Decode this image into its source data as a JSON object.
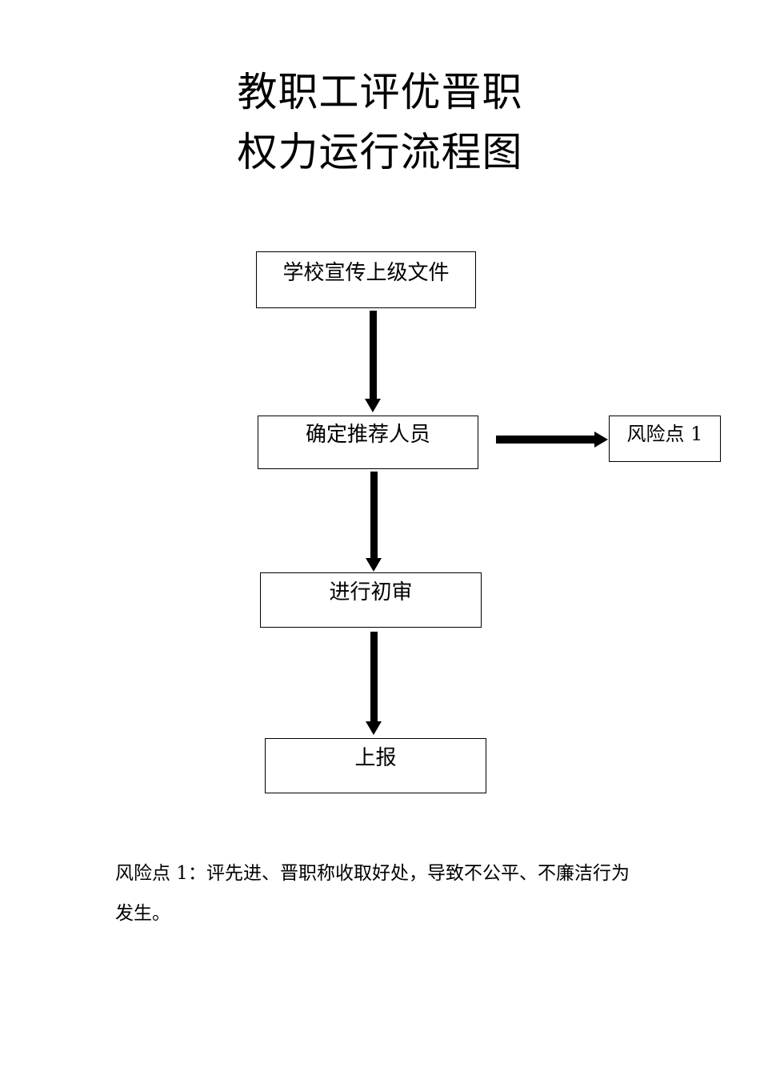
{
  "document": {
    "title_lines": [
      "教职工评优晋职",
      "权力运行流程图"
    ]
  },
  "flowchart": {
    "type": "flowchart",
    "orientation": "vertical",
    "nodes": [
      {
        "id": "notice",
        "label": "学校宣传上级文件"
      },
      {
        "id": "recommend",
        "label": "确定推荐人员"
      },
      {
        "id": "review",
        "label": "进行初审"
      },
      {
        "id": "report",
        "label": "上报"
      },
      {
        "id": "risk",
        "label": "风险点 1"
      }
    ],
    "edges": [
      {
        "from": "notice",
        "to": "recommend",
        "direction": "down"
      },
      {
        "from": "recommend",
        "to": "review",
        "direction": "down"
      },
      {
        "from": "review",
        "to": "report",
        "direction": "down"
      },
      {
        "from": "recommend",
        "to": "risk",
        "direction": "right"
      }
    ],
    "colors": {
      "stroke": "#000000",
      "fill": "#ffffff",
      "text": "#000000"
    }
  },
  "footnote": {
    "lines": [
      "风险点 1：评先进、晋职称收取好处，导致不公平、不廉洁行为",
      "发生。"
    ]
  }
}
